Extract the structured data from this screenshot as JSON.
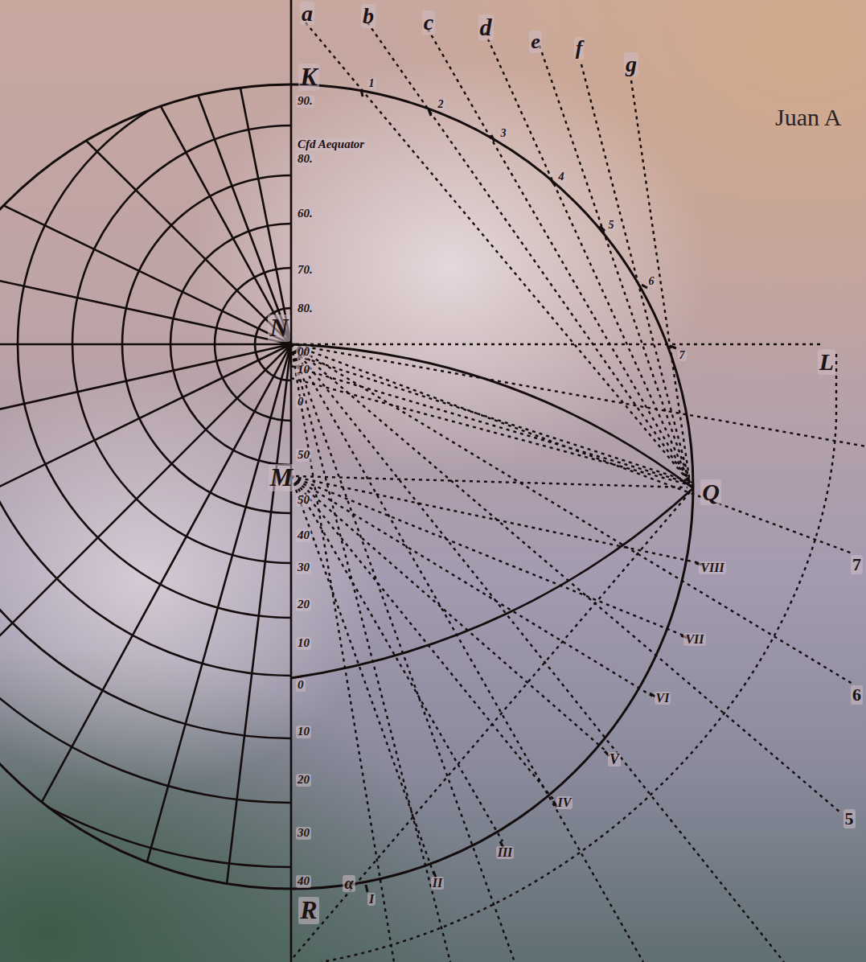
{
  "diagram": {
    "labels": [
      "Juan A",
      "a",
      "b",
      "c",
      "d",
      "e",
      "f",
      "g",
      "K",
      "90.",
      "Cfd Aequator",
      "80.",
      "60.",
      "70.",
      "80.",
      "N",
      "00",
      "10",
      "0",
      "50",
      "M",
      "50",
      "40",
      "30",
      "20",
      "10",
      "0",
      "10",
      "20",
      "30",
      "40",
      "R",
      "Q",
      "L",
      "1",
      "2",
      "3",
      "4",
      "5",
      "6",
      "7",
      "I",
      "II",
      "III",
      "IV",
      "V",
      "VI",
      "VII",
      "VIII",
      "α",
      "7",
      "6",
      "5"
    ]
  }
}
